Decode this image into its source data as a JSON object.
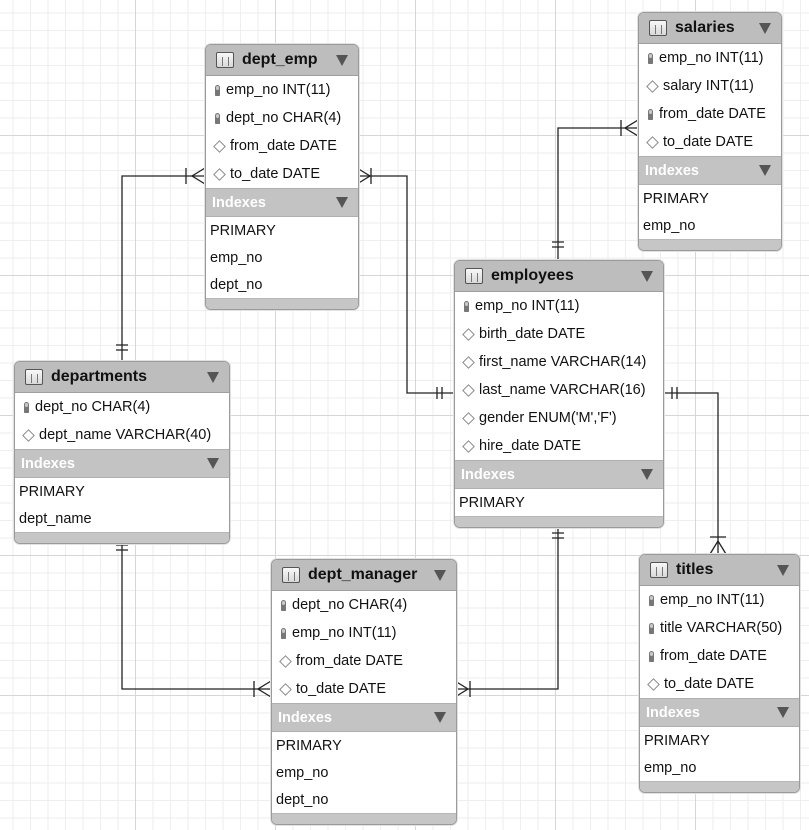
{
  "entities": {
    "dept_emp": {
      "title": "dept_emp",
      "columns": [
        "emp_no INT(11)",
        "dept_no CHAR(4)",
        "from_date DATE",
        "to_date DATE"
      ],
      "column_icons": [
        "key-icon",
        "key-icon",
        "diamond-icon",
        "diamond-icon"
      ],
      "indexes_label": "Indexes",
      "indexes": [
        "PRIMARY",
        "emp_no",
        "dept_no"
      ]
    },
    "salaries": {
      "title": "salaries",
      "columns": [
        "emp_no INT(11)",
        "salary INT(11)",
        "from_date DATE",
        "to_date DATE"
      ],
      "column_icons": [
        "key-icon",
        "diamond-icon",
        "key-icon",
        "diamond-icon"
      ],
      "indexes_label": "Indexes",
      "indexes": [
        "PRIMARY",
        "emp_no"
      ]
    },
    "employees": {
      "title": "employees",
      "columns": [
        "emp_no INT(11)",
        "birth_date DATE",
        "first_name VARCHAR(14)",
        "last_name VARCHAR(16)",
        "gender ENUM('M','F')",
        "hire_date DATE"
      ],
      "column_icons": [
        "key-icon",
        "diamond-icon",
        "diamond-icon",
        "diamond-icon",
        "diamond-icon",
        "diamond-icon"
      ],
      "indexes_label": "Indexes",
      "indexes": [
        "PRIMARY"
      ]
    },
    "departments": {
      "title": "departments",
      "columns": [
        "dept_no CHAR(4)",
        "dept_name VARCHAR(40)"
      ],
      "column_icons": [
        "key-icon",
        "diamond-icon"
      ],
      "indexes_label": "Indexes",
      "indexes": [
        "PRIMARY",
        "dept_name"
      ]
    },
    "dept_manager": {
      "title": "dept_manager",
      "columns": [
        "dept_no CHAR(4)",
        "emp_no INT(11)",
        "from_date DATE",
        "to_date DATE"
      ],
      "column_icons": [
        "key-icon",
        "key-icon",
        "diamond-icon",
        "diamond-icon"
      ],
      "indexes_label": "Indexes",
      "indexes": [
        "PRIMARY",
        "emp_no",
        "dept_no"
      ]
    },
    "titles": {
      "title": "titles",
      "columns": [
        "emp_no INT(11)",
        "title VARCHAR(50)",
        "from_date DATE",
        "to_date DATE"
      ],
      "column_icons": [
        "key-icon",
        "key-icon",
        "key-icon",
        "diamond-icon"
      ],
      "indexes_label": "Indexes",
      "indexes": [
        "PRIMARY",
        "emp_no"
      ]
    }
  },
  "colors": {
    "header": "#bdbdbd",
    "index_header": "#c3c3c3",
    "line": "#222222"
  }
}
